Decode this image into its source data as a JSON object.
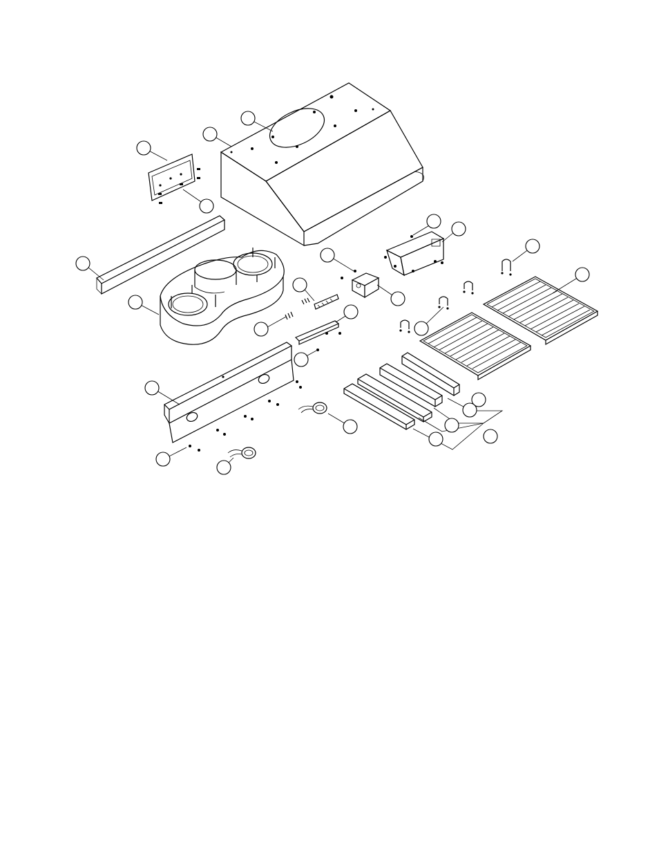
{
  "figure": {
    "kind": "exploded-assembly-drawing",
    "line_color": "#000000",
    "background": "#ffffff",
    "callout_labels_printed": false,
    "parts": [
      "hood-body",
      "mounting-plate",
      "wall-rail",
      "blower-housing",
      "electrical-box",
      "junction-box",
      "terminal-block",
      "bracket",
      "front-panel",
      "light-fixture",
      "filter-handle",
      "grease-filter",
      "filter-spacer"
    ]
  }
}
